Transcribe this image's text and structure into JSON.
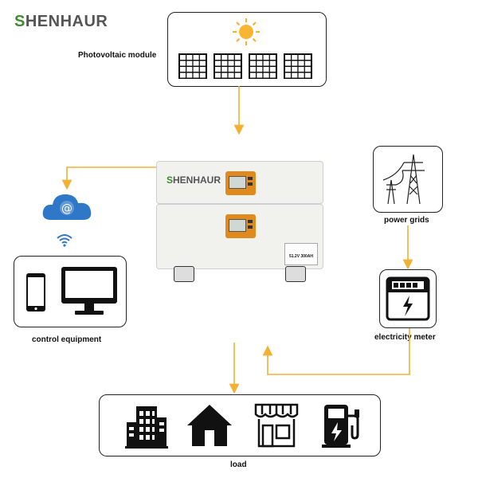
{
  "brand": {
    "logo_initial": "S",
    "logo_rest": "HENHAUR"
  },
  "unit": {
    "brand_initial": "S",
    "brand_rest": "HENHAUR",
    "spec_label": "51.2V 300AH"
  },
  "nodes": {
    "pv": {
      "label": "Photovoltaic module"
    },
    "grid": {
      "label": "power grids"
    },
    "meter": {
      "label": "electricity meter"
    },
    "control": {
      "label": "control equipment"
    },
    "load": {
      "label": "load"
    }
  },
  "icons": {
    "sun": "sun-icon",
    "panel": "solar-panel-icon",
    "cloud": "cloud-at-icon",
    "wifi": "wifi-icon",
    "phone": "smartphone-icon",
    "monitor": "monitor-icon",
    "tower": "power-tower-icon",
    "meter": "electricity-meter-icon",
    "building": "building-icon",
    "house": "house-icon",
    "shop": "shop-icon",
    "charger": "ev-charger-icon"
  },
  "colors": {
    "arrow": "#f2b132",
    "logo_green": "#3d8c2e",
    "cloud_blue": "#2f77c7",
    "battery_panel": "#e08a1e"
  }
}
